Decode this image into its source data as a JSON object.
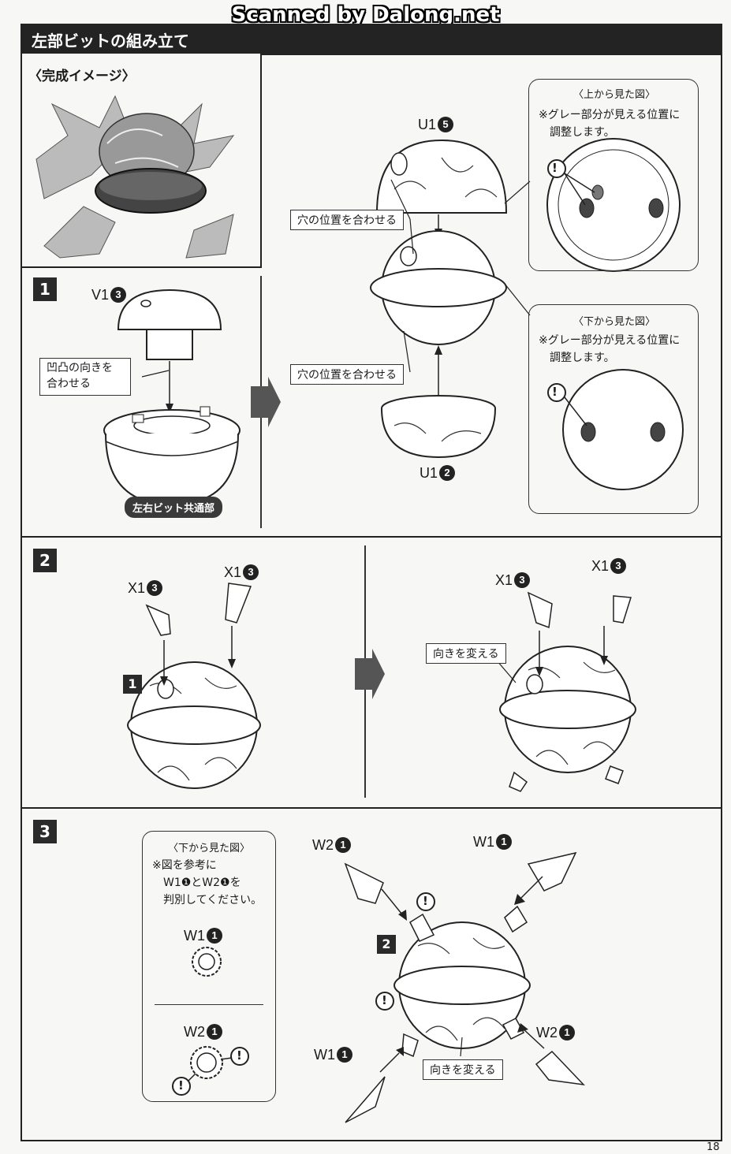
{
  "watermark": "Scanned by Dalong.net",
  "header": {
    "title": "左部ビットの組み立て"
  },
  "complete_image": {
    "title": "〈完成イメージ〉"
  },
  "step1": {
    "number": "1",
    "part_v1": "V1",
    "part_v1_num": "3",
    "callout_align": "凹凸の向きを\n合わせる",
    "badge_common": "左右ビット共通部",
    "part_u1_top": "U1",
    "part_u1_top_num": "5",
    "part_u1_bottom": "U1",
    "part_u1_bottom_num": "2",
    "callout_hole_top": "穴の位置を合わせる",
    "callout_hole_bottom": "穴の位置を合わせる",
    "view_top": {
      "title": "〈上から見た図〉",
      "note_line1": "※グレー部分が見える位置に",
      "note_line2": "調整します。"
    },
    "view_bottom": {
      "title": "〈下から見た図〉",
      "note_line1": "※グレー部分が見える位置に",
      "note_line2": "調整します。"
    }
  },
  "step2": {
    "number": "2",
    "x1_left": "X1",
    "x1_left_num": "3",
    "x1_right": "X1",
    "x1_right_num": "3",
    "x1_left2": "X1",
    "x1_left2_num": "3",
    "x1_right2": "X1",
    "x1_right2_num": "3",
    "ref_step": "1",
    "callout_turn": "向きを変える"
  },
  "step3": {
    "number": "3",
    "info_box": {
      "title": "〈下から見た図〉",
      "line1": "※図を参考に",
      "line2": "W1❶とW2❶を",
      "line3": "判別してください。",
      "w1": "W1",
      "w1_num": "1",
      "w2": "W2",
      "w2_num": "1"
    },
    "w2_top": "W2",
    "w2_top_num": "1",
    "w1_top": "W1",
    "w1_top_num": "1",
    "w2_bottom": "W2",
    "w2_bottom_num": "1",
    "w1_bottom": "W1",
    "w1_bottom_num": "1",
    "ref_step": "2",
    "callout_turn": "向きを変える"
  },
  "page_number": "18"
}
